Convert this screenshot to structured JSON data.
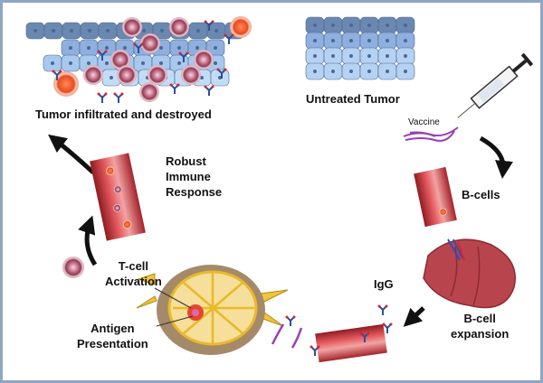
{
  "labels": {
    "tumor_destroyed": "Tumor infiltrated and destroyed",
    "untreated_tumor": "Untreated Tumor",
    "vaccine": "Vaccine",
    "robust_immune_response": [
      "Robust",
      "Immune",
      "Response"
    ],
    "b_cells": "B-cells",
    "igg": "IgG",
    "b_cell_expansion": [
      "B-cell",
      "expansion"
    ],
    "t_cell_activation": [
      "T-cell",
      "Activation"
    ],
    "antigen_presentation": [
      "Antigen",
      "Presentation"
    ]
  },
  "colors": {
    "frame": "#8fa6c4",
    "tumor_cell_dark": "#5f7fa8",
    "tumor_cell_light": "#a9c8ee",
    "t_cell": "#a8506a",
    "vessel": "#c9343a",
    "arrow": "#111111"
  },
  "icons": [
    "syringe-icon",
    "spleen-icon",
    "lymph-node-icon",
    "antibody-icon",
    "blood-vessel-icon",
    "t-cell-icon",
    "tumor-cell-icon"
  ]
}
